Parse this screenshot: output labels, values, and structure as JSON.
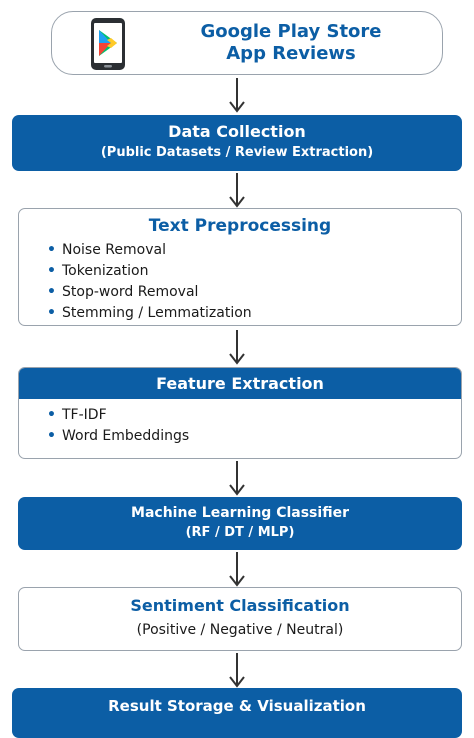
{
  "nodes": {
    "source": {
      "title_line1": "Google Play Store",
      "title_line2": "App Reviews"
    },
    "data_collection": {
      "title": "Data Collection",
      "subtitle": "(Public Datasets / Review Extraction)"
    },
    "text_preprocessing": {
      "title": "Text Preprocessing",
      "items": [
        "Noise Removal",
        "Tokenization",
        "Stop-word Removal",
        "Stemming / Lemmatization"
      ]
    },
    "feature_extraction": {
      "title": "Feature Extraction",
      "items": [
        "TF-IDF",
        "Word Embeddings"
      ]
    },
    "classifier": {
      "title": "Machine Learning Classifier",
      "subtitle": "(RF / DT / MLP)"
    },
    "sentiment": {
      "title": "Sentiment Classification",
      "subtitle": "(Positive / Negative / Neutral)"
    },
    "result": {
      "title": "Result Storage & Visualization"
    }
  },
  "icons": {
    "source_icon": "play-store-phone-icon",
    "connector": "down-arrow-icon"
  },
  "colors": {
    "primary": "#0c5ea5",
    "border": "#9aa3ad",
    "text": "#1a1a1a"
  }
}
